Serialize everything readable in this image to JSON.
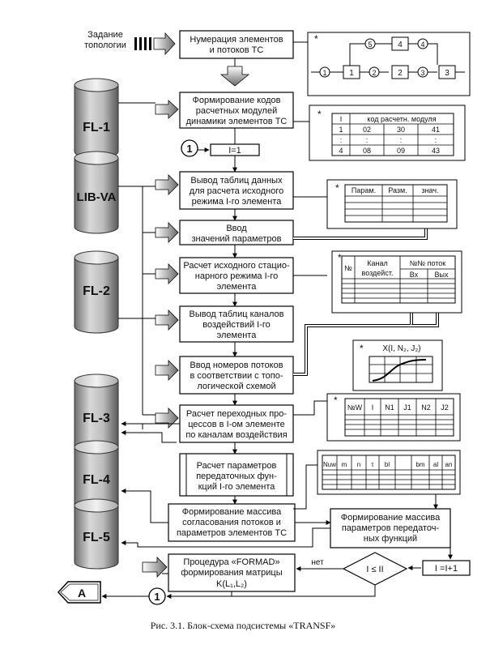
{
  "input_label": [
    "Задание",
    "топологии"
  ],
  "cylinders": {
    "fl1": "FL-1",
    "libva": "LIB-VA",
    "fl2": "FL-2",
    "fl3": "FL-3",
    "fl4": "FL-4",
    "fl5": "FL-5"
  },
  "process_boxes": {
    "numbering": [
      "Нумерация элементов",
      "и потоков ТС"
    ],
    "forming_codes": [
      "Формирование кодов",
      "расчетных модулей",
      "динамики элементов ТС"
    ],
    "i_init": "I=1",
    "output_tables": [
      "Вывод таблиц данных",
      "для расчета исходного",
      "режима I-го элемента"
    ],
    "input_values": [
      "Ввод",
      "значений параметров"
    ],
    "calc_initial": [
      "Расчет исходного стацио-",
      "нарного режима I-го",
      "элемента"
    ],
    "output_channels": [
      "Вывод таблиц каналов",
      "воздействий I-го",
      "элемента"
    ],
    "input_flow_numbers": [
      "Ввод номеров потоков",
      "в соответствии с топо-",
      "логической схемой"
    ],
    "calc_transient": [
      "Расчет переходных про-",
      "цессов в I-ом элементе",
      "по каналам воздействия"
    ],
    "calc_transfer": [
      "Расчет параметров",
      "передаточных фун-",
      "кций I-го элемента"
    ],
    "form_array_match": [
      "Формирование массива",
      "согласования потоков и",
      "параметров  элементов ТС"
    ],
    "form_array_transfer": [
      "Формирование массива",
      "параметров передаточ-",
      "ных функций"
    ],
    "formad": [
      "Процедура «FORMAD»",
      "формирования матрицы",
      "K(L₁,L₂)"
    ],
    "i_increment": "I =I+1"
  },
  "decision": {
    "condition": "I ≤ II",
    "no_label": "нет"
  },
  "connectors": {
    "one_top": "1",
    "one_bottom": "1",
    "a_label": "A"
  },
  "star": "*",
  "topology": {
    "nodes": [
      "1",
      "2",
      "3",
      "4",
      "5"
    ]
  },
  "table_codes": {
    "headers": [
      "I",
      "код расчетн.  модуля"
    ],
    "rows": [
      [
        "1",
        "02",
        "30",
        "41"
      ],
      [
        ":",
        ":",
        ":",
        ":"
      ],
      [
        "4",
        "08",
        "09",
        "43"
      ]
    ]
  },
  "table_params": {
    "headers": [
      "Парам.",
      "Разм.",
      "знач."
    ]
  },
  "table_channels": {
    "headers": [
      "№",
      "Канал",
      "воздейст.",
      "№№  поток",
      "Вх",
      "Вых"
    ]
  },
  "graph_label": "X(I, N₂, J₂)",
  "table_flows": {
    "headers": [
      "№W",
      "I",
      "N1",
      "J1",
      "N2",
      "J2"
    ]
  },
  "table_transfer": {
    "headers": [
      "Nuw",
      "m",
      "n",
      "τ",
      "bl",
      "bm",
      "al",
      "an"
    ]
  },
  "caption": "Рис. 3.1. Блок-схема подсистемы «TRANSF»"
}
